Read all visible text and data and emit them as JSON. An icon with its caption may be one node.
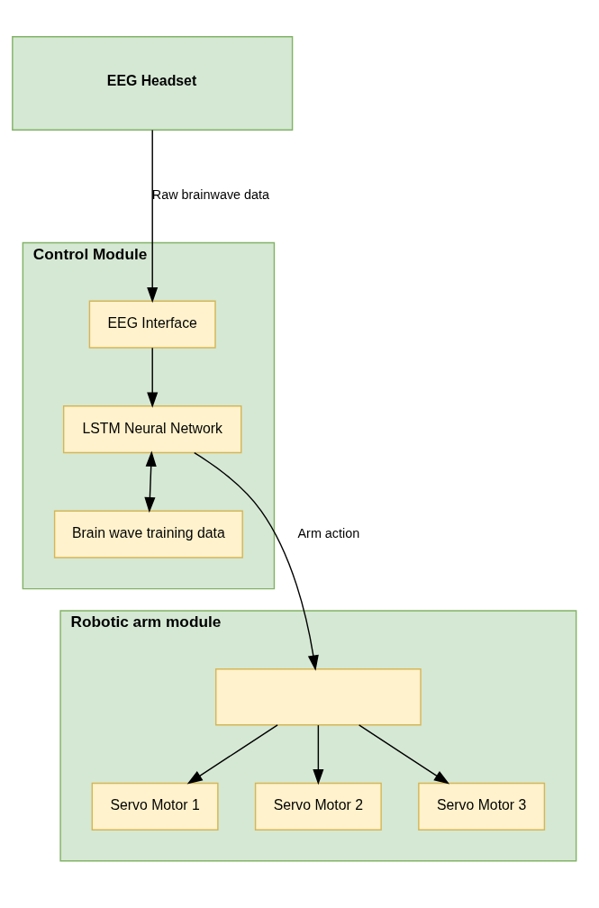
{
  "diagram": {
    "nodes": [
      {
        "text": [
          "EEG Headset"
        ]
      },
      {
        "text": [
          "Control Module"
        ]
      },
      {
        "text": [
          "LSTM Neural Network"
        ],
        "in": 1
      },
      {
        "text": [
          "Brain wave training data"
        ],
        "in": 1
      },
      {
        "text": [
          "EEG Interface"
        ],
        "in": 1
      },
      {
        "text": [
          "Robotic arm module"
        ]
      },
      {
        "text": [],
        "shape": "box",
        "in": 5
      },
      {
        "text": [
          "Servo Motor 1"
        ],
        "in": 5
      },
      {
        "text": [
          "Servo Motor 2"
        ],
        "in": 5
      },
      {
        "text": [
          "Servo Motor 3"
        ],
        "in": 5
      }
    ],
    "edges": [
      {
        "from": 0,
        "to": 4,
        "arrow": "to",
        "label": "Raw brainwave data"
      },
      {
        "from": 2,
        "to": 3,
        "arrow": "both"
      },
      {
        "from": 4,
        "to": 2,
        "arrow": "to"
      },
      {
        "from": 2,
        "to": 6,
        "arrow": "to",
        "label": "Arm action"
      },
      {
        "from": 6,
        "to": 7,
        "arrow": "to"
      },
      {
        "from": 6,
        "to": 8,
        "arrow": "to"
      },
      {
        "from": 6,
        "to": 9,
        "arrow": "to"
      }
    ]
  }
}
